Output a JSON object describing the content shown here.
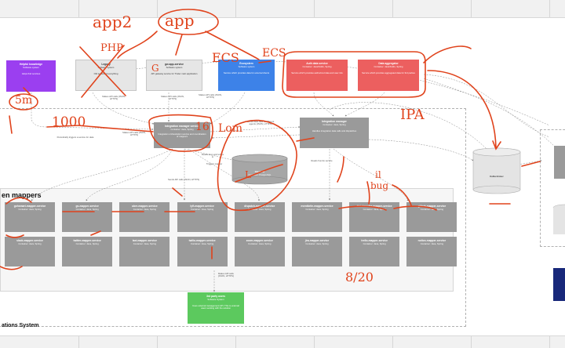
{
  "diagram": {
    "section_mappers": "en mappers",
    "section_system": "ations System",
    "boxes": {
      "purple_source": {
        "title": "Helpful knowledge",
        "sub": "Software system",
        "desc": "Helps find services"
      },
      "php_box": {
        "title": "Legacy",
        "sub": "Software system",
        "desc": "Old service of everything"
      },
      "gw_box": {
        "title": "gw-app-service",
        "sub": "Software system",
        "desc": "API gateway service for Tinder main application"
      },
      "blue_box": {
        "title": "Ecosystem",
        "sub": "Software system",
        "desc": "Service which provides data for external clients"
      },
      "red1": {
        "title": "Auth data service",
        "sub": "Container: Java/Kotlin, Spring",
        "desc": "Service which provides authorized data and user info"
      },
      "red2": {
        "title": "Data aggregator",
        "sub": "Container: Java/Kotlin, Spring",
        "desc": "Service which provides aggregated data for 3rd parties"
      },
      "integration_mgr": {
        "title": "Integration manager",
        "sub": "Container: Java, Spring",
        "desc": "Handles integration data calls and dispatches"
      },
      "mid_gray": {
        "title": "Integration manager service",
        "sub": "Container: Java, Spring",
        "desc": "Integration orchestration service and coordination of mappers"
      },
      "db_mid": {
        "title": "Database",
        "sub": "Container: PostgreSQL"
      },
      "db_right": {
        "title": "Kafka Broker"
      },
      "green": {
        "title": "3rd party users",
        "sub": "Software System",
        "desc": "Uses external management API. This is external users working with the solution"
      }
    },
    "mappers_row1": [
      {
        "title": "gohsmart-mapper-service",
        "desc": "Container: Java, Spring"
      },
      {
        "title": "gs-mapper-service",
        "desc": "Container: Java, Spring"
      },
      {
        "title": "uber-mapper-service",
        "desc": "Container: Java, Spring"
      },
      {
        "title": "lyft-mapper-service",
        "desc": "Container: Java, Spring"
      },
      {
        "title": "dispatch-mapper-service",
        "desc": "Container: Java, Spring"
      },
      {
        "title": "eventbrite-mapper-service",
        "desc": "Container: Java, Spring"
      },
      {
        "title": "ticketmaster-mapper-service",
        "desc": "Container: Java, Spring"
      },
      {
        "title": "github-mapper-service",
        "desc": "Container: Java, Spring"
      }
    ],
    "mappers_row2": [
      {
        "title": "slack-mapper-service",
        "desc": "Container: Java, Spring"
      },
      {
        "title": "twitter-mapper-service",
        "desc": "Container: Java, Spring"
      },
      {
        "title": "taxi-mapper-service",
        "desc": "Container: Java, Spring"
      },
      {
        "title": "twilio-mapper-service",
        "desc": "Container: Java, Spring"
      },
      {
        "title": "zoom-mapper-service",
        "desc": "Container: Java, Spring"
      },
      {
        "title": "jira-mapper-service",
        "desc": "Container: Java, Spring"
      },
      {
        "title": "trello-mapper-service",
        "desc": "Container: Java, Spring"
      },
      {
        "title": "notion-mapper-service",
        "desc": "Container: Java, Spring"
      }
    ],
    "annotations": {
      "app2": "app2",
      "app": "app",
      "php": "PHP",
      "ecs1": "ECS",
      "ecs2": "ECS",
      "g": "G",
      "fivem": "5m",
      "thousand": "1000",
      "sixteen": "16",
      "ipa": "IPA",
      "ibug_top": "il",
      "ibug_bot": "bug",
      "eight_twenty": "8/20",
      "lom": "Lom",
      "leave": "L"
    },
    "edge_labels": [
      "Makes API calls [JSON, HTTPS]",
      "Makes API calls [JSON, HTTPS]",
      "Makes API calls [JSON, HTTPS]",
      "Periodically triggers a service for data",
      "Makes API calls [JSON, HTTPS]",
      "Sends data calls to different agents [JSON, HTTPS]",
      "Reads from and writes to",
      "Triggers mapper",
      "Reads from/to service",
      "Sends API calls [JSON, HTTPS]",
      "Makes API calls [JSON, HTTPS]"
    ]
  }
}
